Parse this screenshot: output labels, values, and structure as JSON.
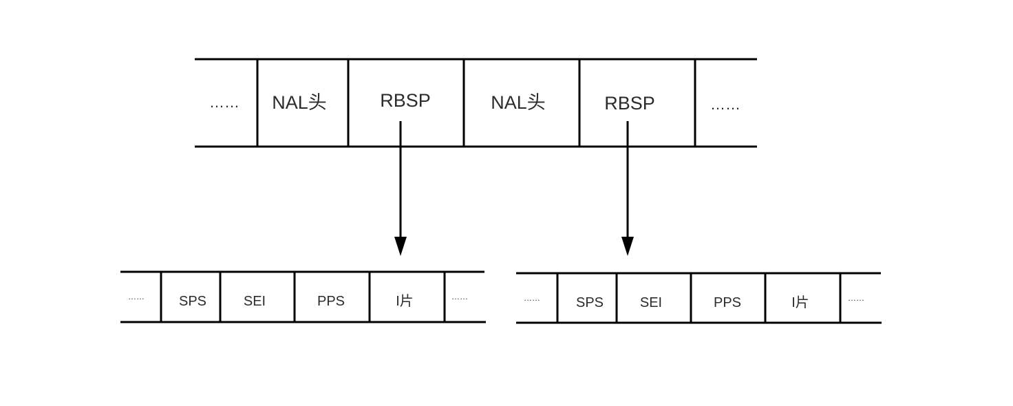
{
  "nal_stream": {
    "cells": [
      "……",
      "NAL头",
      "RBSP",
      "NAL头",
      "RBSP",
      "……"
    ]
  },
  "rbsp_streams": [
    {
      "cells": [
        "……",
        "SPS",
        "SEI",
        "PPS",
        "I片",
        "……"
      ]
    },
    {
      "cells": [
        "……",
        "SPS",
        "SEI",
        "PPS",
        "I片",
        "……"
      ]
    }
  ],
  "colors": {
    "line": "#000000",
    "text": "#2b2b2b",
    "background": "#ffffff"
  }
}
